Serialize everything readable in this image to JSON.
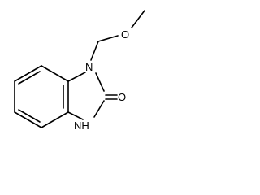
{
  "structure": {
    "atoms": {
      "o_methoxy": "O",
      "n1": "N",
      "o_carbonyl": "O",
      "n3h": "NH"
    }
  }
}
